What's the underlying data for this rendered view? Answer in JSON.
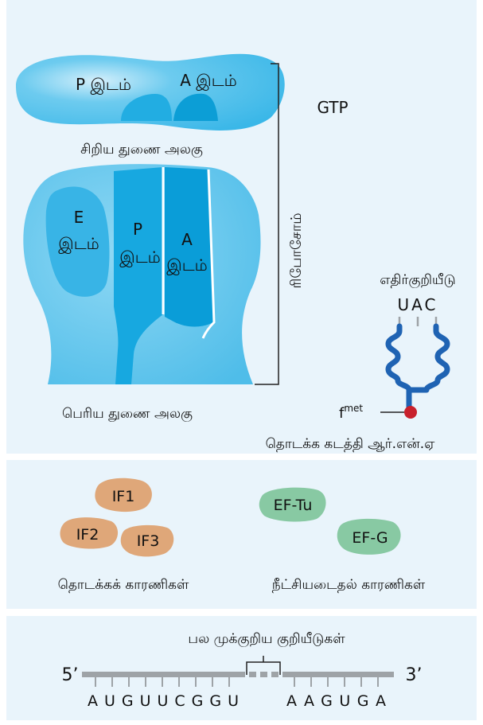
{
  "ribosome": {
    "small_subunit": {
      "p_site": "P இடம்",
      "a_site": "A இடம்",
      "label": "சிறிய துணை அலகு"
    },
    "gtp": "GTP",
    "bracket_label": "ரிபோசோம்",
    "large_subunit": {
      "e_site_letter": "E",
      "e_site_word": "இடம்",
      "p_site_letter": "P",
      "p_site_word": "இடம்",
      "a_site_letter": "A",
      "a_site_word": "இடம்",
      "label": "பெரிய துணை அலகு"
    }
  },
  "trna": {
    "anticodon_label": "எதிர்குறியீடு",
    "anticodon": "UAC",
    "fmet_base": "f",
    "fmet_sup": "met",
    "label": "தொடக்க கடத்தி ஆர்.என்.ஏ"
  },
  "factors": {
    "initiation": [
      "IF1",
      "IF2",
      "IF3"
    ],
    "initiation_label": "தொடக்கக் காரணிகள்",
    "elongation": [
      "EF-Tu",
      "EF-G"
    ],
    "elongation_label": "நீட்சியடைதல் காரணிகள்"
  },
  "mrna": {
    "codons_label": "பல முக்குறிய குறியீடுகள்",
    "five_prime": "5’",
    "three_prime": "3’",
    "left_bases": "AUGUUCGGU",
    "right_bases": "AAGUGA"
  },
  "colors": {
    "panel_bg": "#e9f4fb",
    "ribosome_light": "#5cc3ec",
    "ribosome_dark": "#17a8e0",
    "trna": "#1f63b3",
    "fmet": "#c8202c",
    "if_factor": "#dfa779",
    "ef_factor": "#88c9a3",
    "mrna": "#9ea3a7"
  }
}
